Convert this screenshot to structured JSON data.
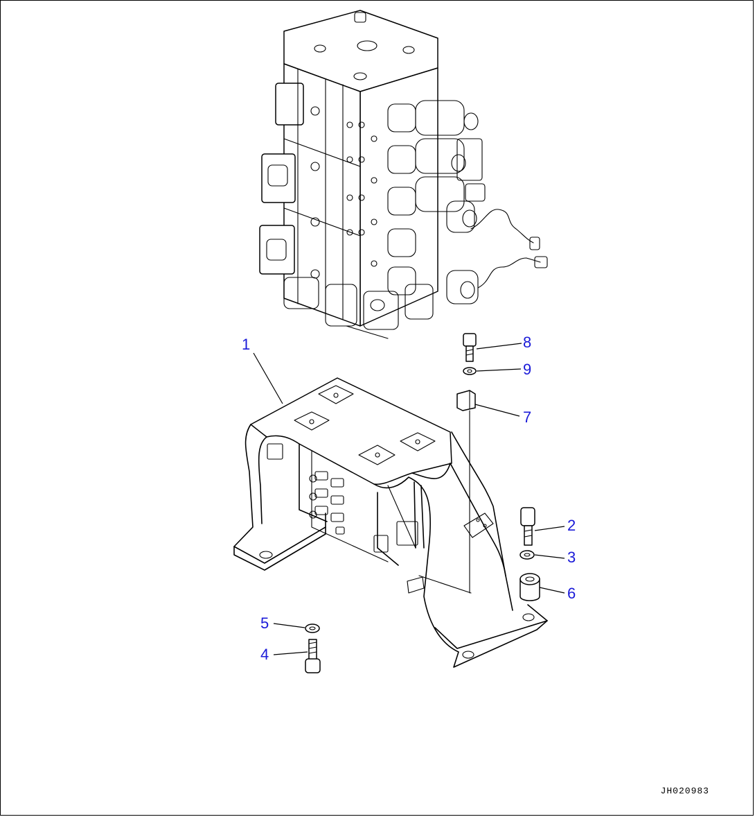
{
  "diagram": {
    "type": "exploded-parts-view",
    "drawing_id": "JH020983",
    "callout_color": "#1a1ad8",
    "callouts": [
      {
        "label": "1",
        "part": "bracket"
      },
      {
        "label": "2",
        "part": "bolt"
      },
      {
        "label": "3",
        "part": "washer"
      },
      {
        "label": "4",
        "part": "bolt"
      },
      {
        "label": "5",
        "part": "washer"
      },
      {
        "label": "6",
        "part": "spacer"
      },
      {
        "label": "7",
        "part": "spacer"
      },
      {
        "label": "8",
        "part": "bolt"
      },
      {
        "label": "9",
        "part": "washer"
      }
    ]
  }
}
